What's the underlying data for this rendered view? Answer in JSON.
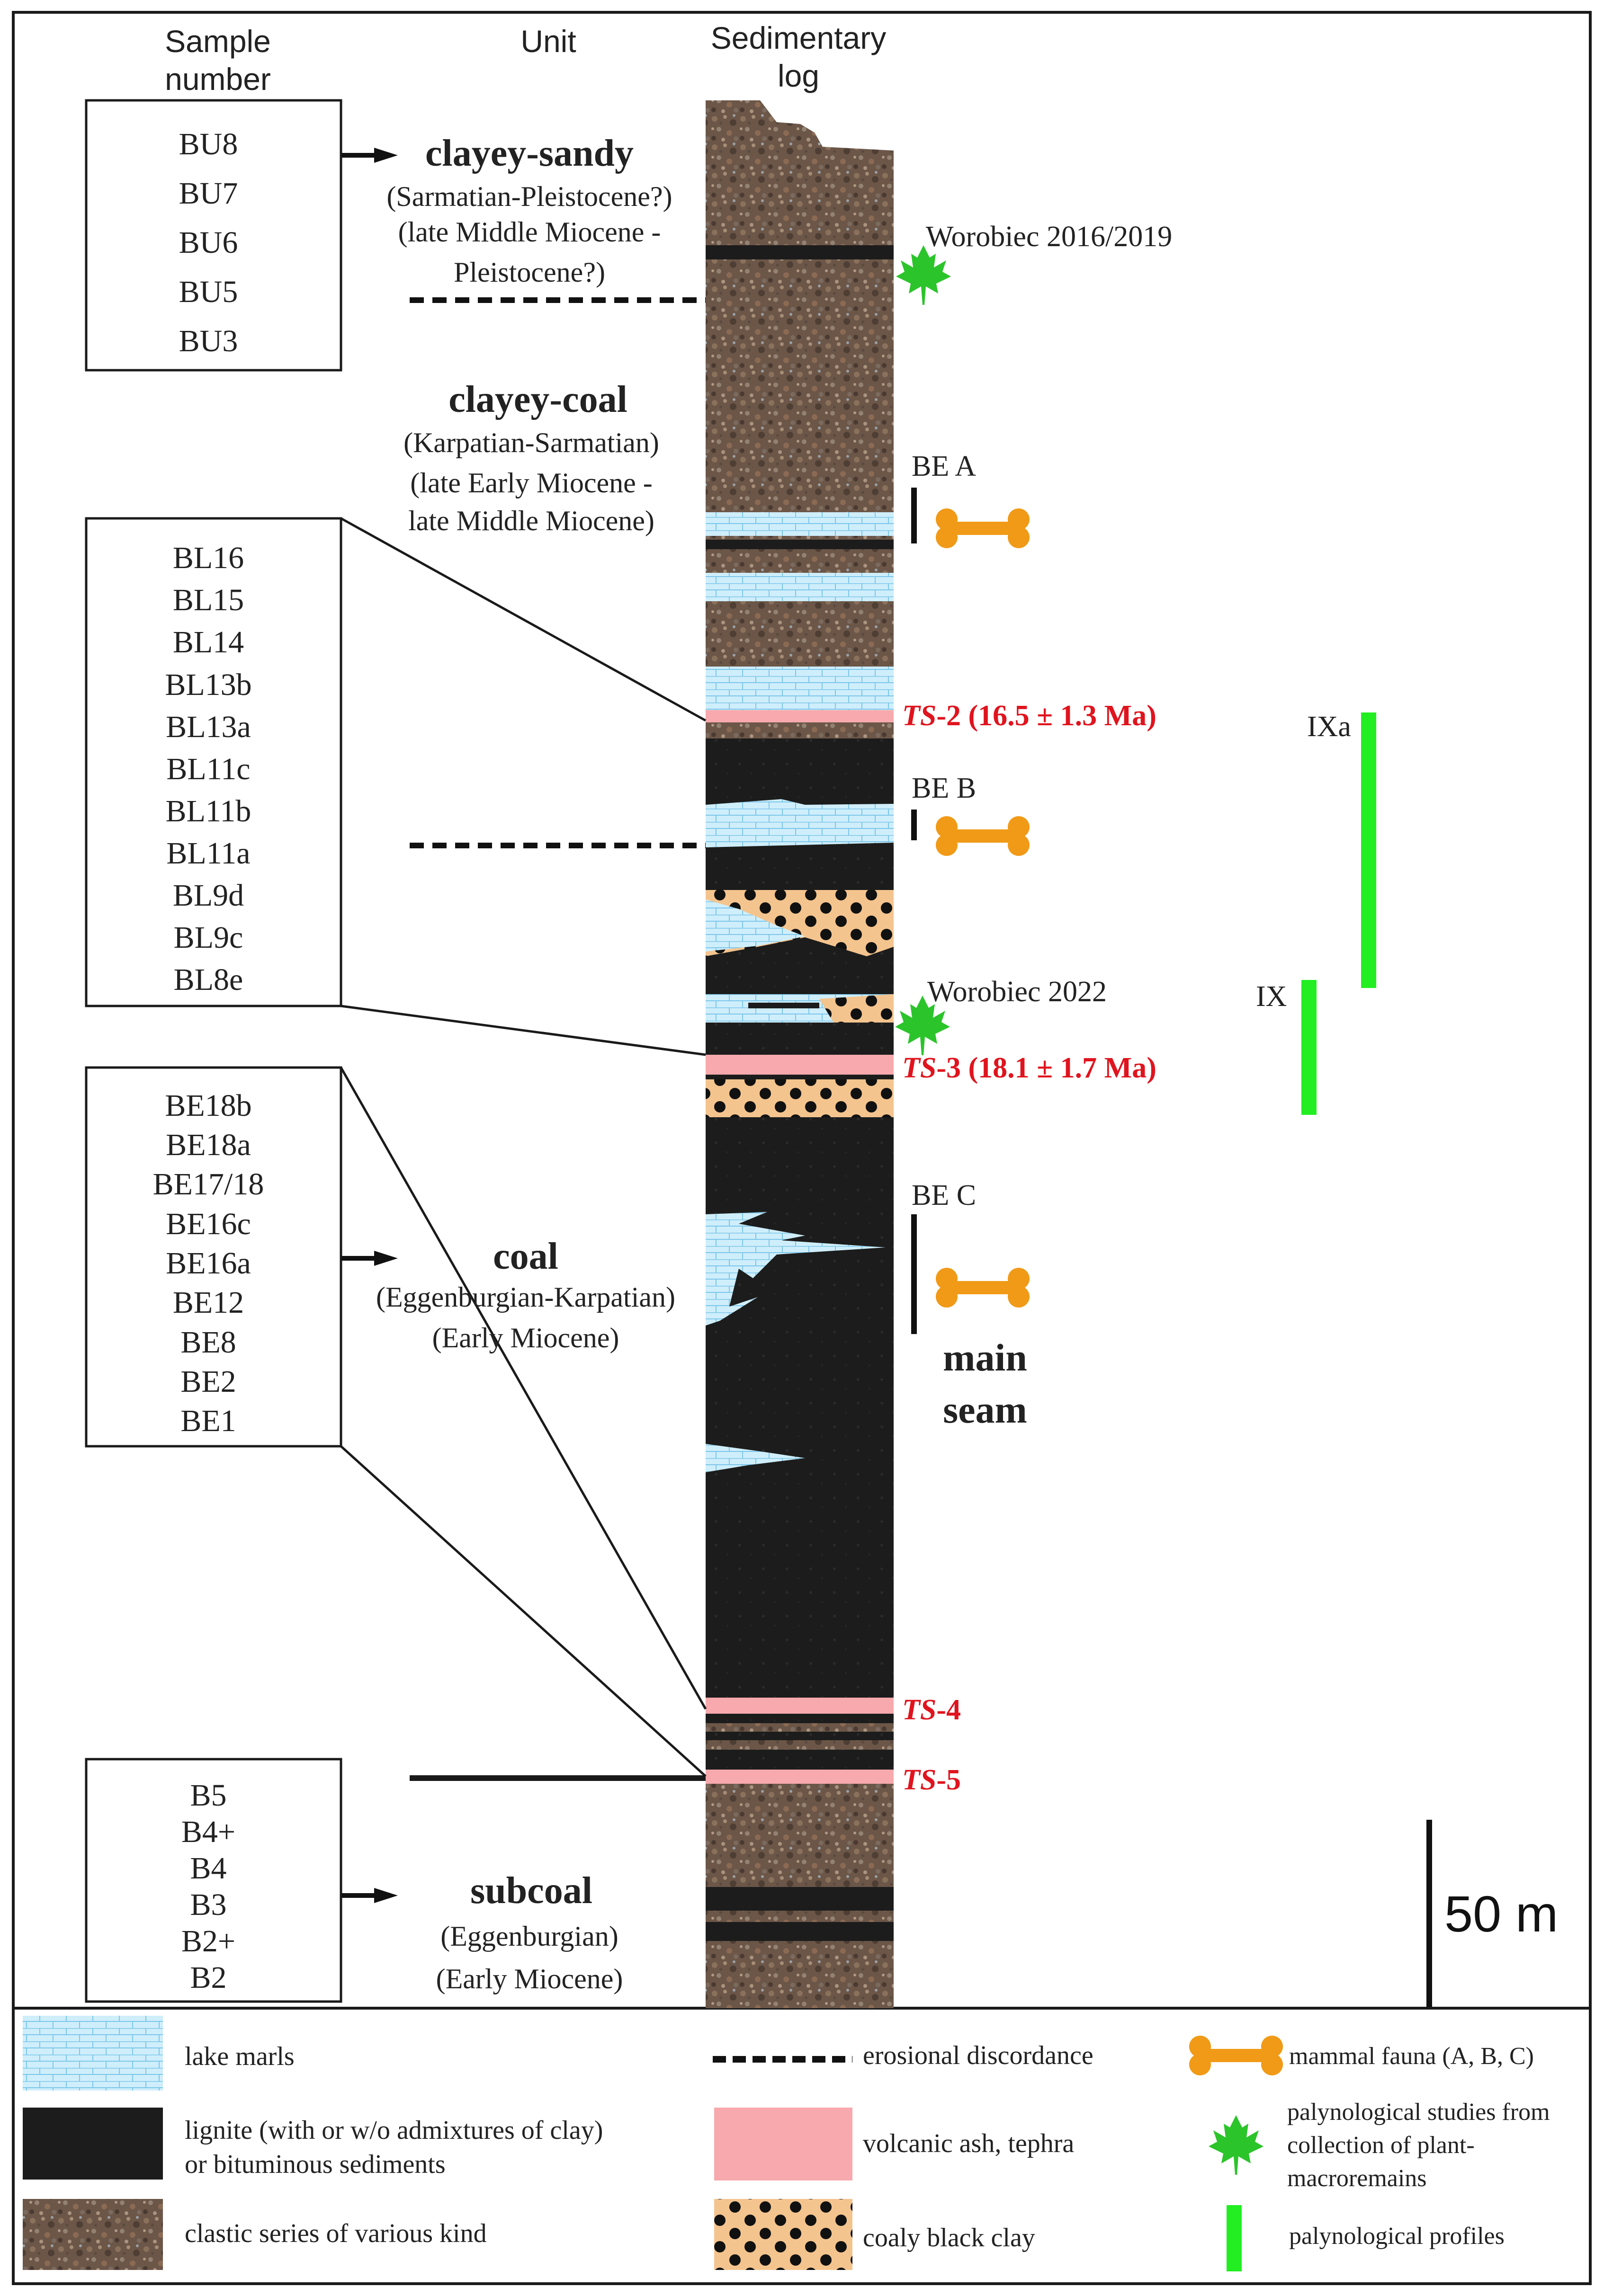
{
  "headers": {
    "sample_number": [
      "Sample",
      "number"
    ],
    "unit": "Unit",
    "sedimentary_log": [
      "Sedimentary",
      "log"
    ]
  },
  "sample_groups": [
    {
      "id": "bu",
      "samples": [
        "BU8",
        "BU7",
        "BU6",
        "BU5",
        "BU3"
      ]
    },
    {
      "id": "bl",
      "samples": [
        "BL16",
        "BL15",
        "BL14",
        "BL13b",
        "BL13a",
        "BL11c",
        "BL11b",
        "BL11a",
        "BL9d",
        "BL9c",
        "BL8e"
      ]
    },
    {
      "id": "be",
      "samples": [
        "BE18b",
        "BE18a",
        "BE17/18",
        "BE16c",
        "BE16a",
        "BE12",
        "BE8",
        "BE2",
        "BE1"
      ]
    },
    {
      "id": "b",
      "samples": [
        "B5",
        "B4+",
        "B4",
        "B3",
        "B2+",
        "B2"
      ]
    }
  ],
  "units": [
    {
      "id": "clayey-sandy",
      "name": "clayey-sandy",
      "lines": [
        "(Sarmatian-Pleistocene?)",
        "(late Middle Miocene -",
        "Pleistocene?)"
      ]
    },
    {
      "id": "clayey-coal",
      "name": "clayey-coal",
      "lines": [
        "(Karpatian-Sarmatian)",
        "(late Early Miocene -",
        "late Middle Miocene)"
      ]
    },
    {
      "id": "coal",
      "name": "coal",
      "lines": [
        "(Eggenburgian-Karpatian)",
        "(Early Miocene)"
      ]
    },
    {
      "id": "subcoal",
      "name": "subcoal",
      "lines": [
        "(Eggenburgian)",
        "(Early Miocene)"
      ]
    }
  ],
  "tephra_labels": [
    {
      "id": "ts2",
      "prefix": "TS",
      "suffix": "-2 (16.5 ± 1.3 Ma)"
    },
    {
      "id": "ts3",
      "prefix": "TS",
      "suffix": "-3 (18.1 ± 1.7 Ma)"
    },
    {
      "id": "ts4",
      "prefix": "TS",
      "suffix": "-4"
    },
    {
      "id": "ts5",
      "prefix": "TS",
      "suffix": "-5"
    }
  ],
  "palynology_labels": [
    "Worobiec 2016/2019",
    "Worobiec 2022"
  ],
  "fauna_labels": [
    "BE A",
    "BE B",
    "BE C"
  ],
  "main_seam": [
    "main",
    "seam"
  ],
  "profiles": [
    "IXa",
    "IX"
  ],
  "scale_bar": "50 m",
  "legend": [
    {
      "id": "lake-marls",
      "text": [
        "lake marls"
      ]
    },
    {
      "id": "lignite",
      "text": [
        "lignite (with or w/o admixtures of clay)",
        "or bituminous sediments"
      ]
    },
    {
      "id": "clastic",
      "text": [
        "clastic series of various kind"
      ]
    },
    {
      "id": "discordance",
      "text": [
        "erosional discordance"
      ]
    },
    {
      "id": "ash",
      "text": [
        "volcanic ash, tephra"
      ]
    },
    {
      "id": "coaly-clay",
      "text": [
        "coaly black clay"
      ]
    },
    {
      "id": "mammal",
      "text": [
        "mammal fauna (A, B, C)"
      ]
    },
    {
      "id": "palyno-macro",
      "text": [
        "palynological studies from",
        "collection of plant-",
        "macroremains"
      ]
    },
    {
      "id": "palyno-profiles",
      "text": [
        "palynological profiles"
      ]
    }
  ],
  "colors": {
    "lignite": "#1c1c1c",
    "clastic": "#6b5648",
    "marl": "#cfeefb",
    "ash": "#f7a9ad",
    "coaly_clay": "#f4c48e",
    "tephra_text": "#e0141e",
    "bone": "#f09a17",
    "leaf": "#2bc42b",
    "profile": "#22ee22"
  }
}
